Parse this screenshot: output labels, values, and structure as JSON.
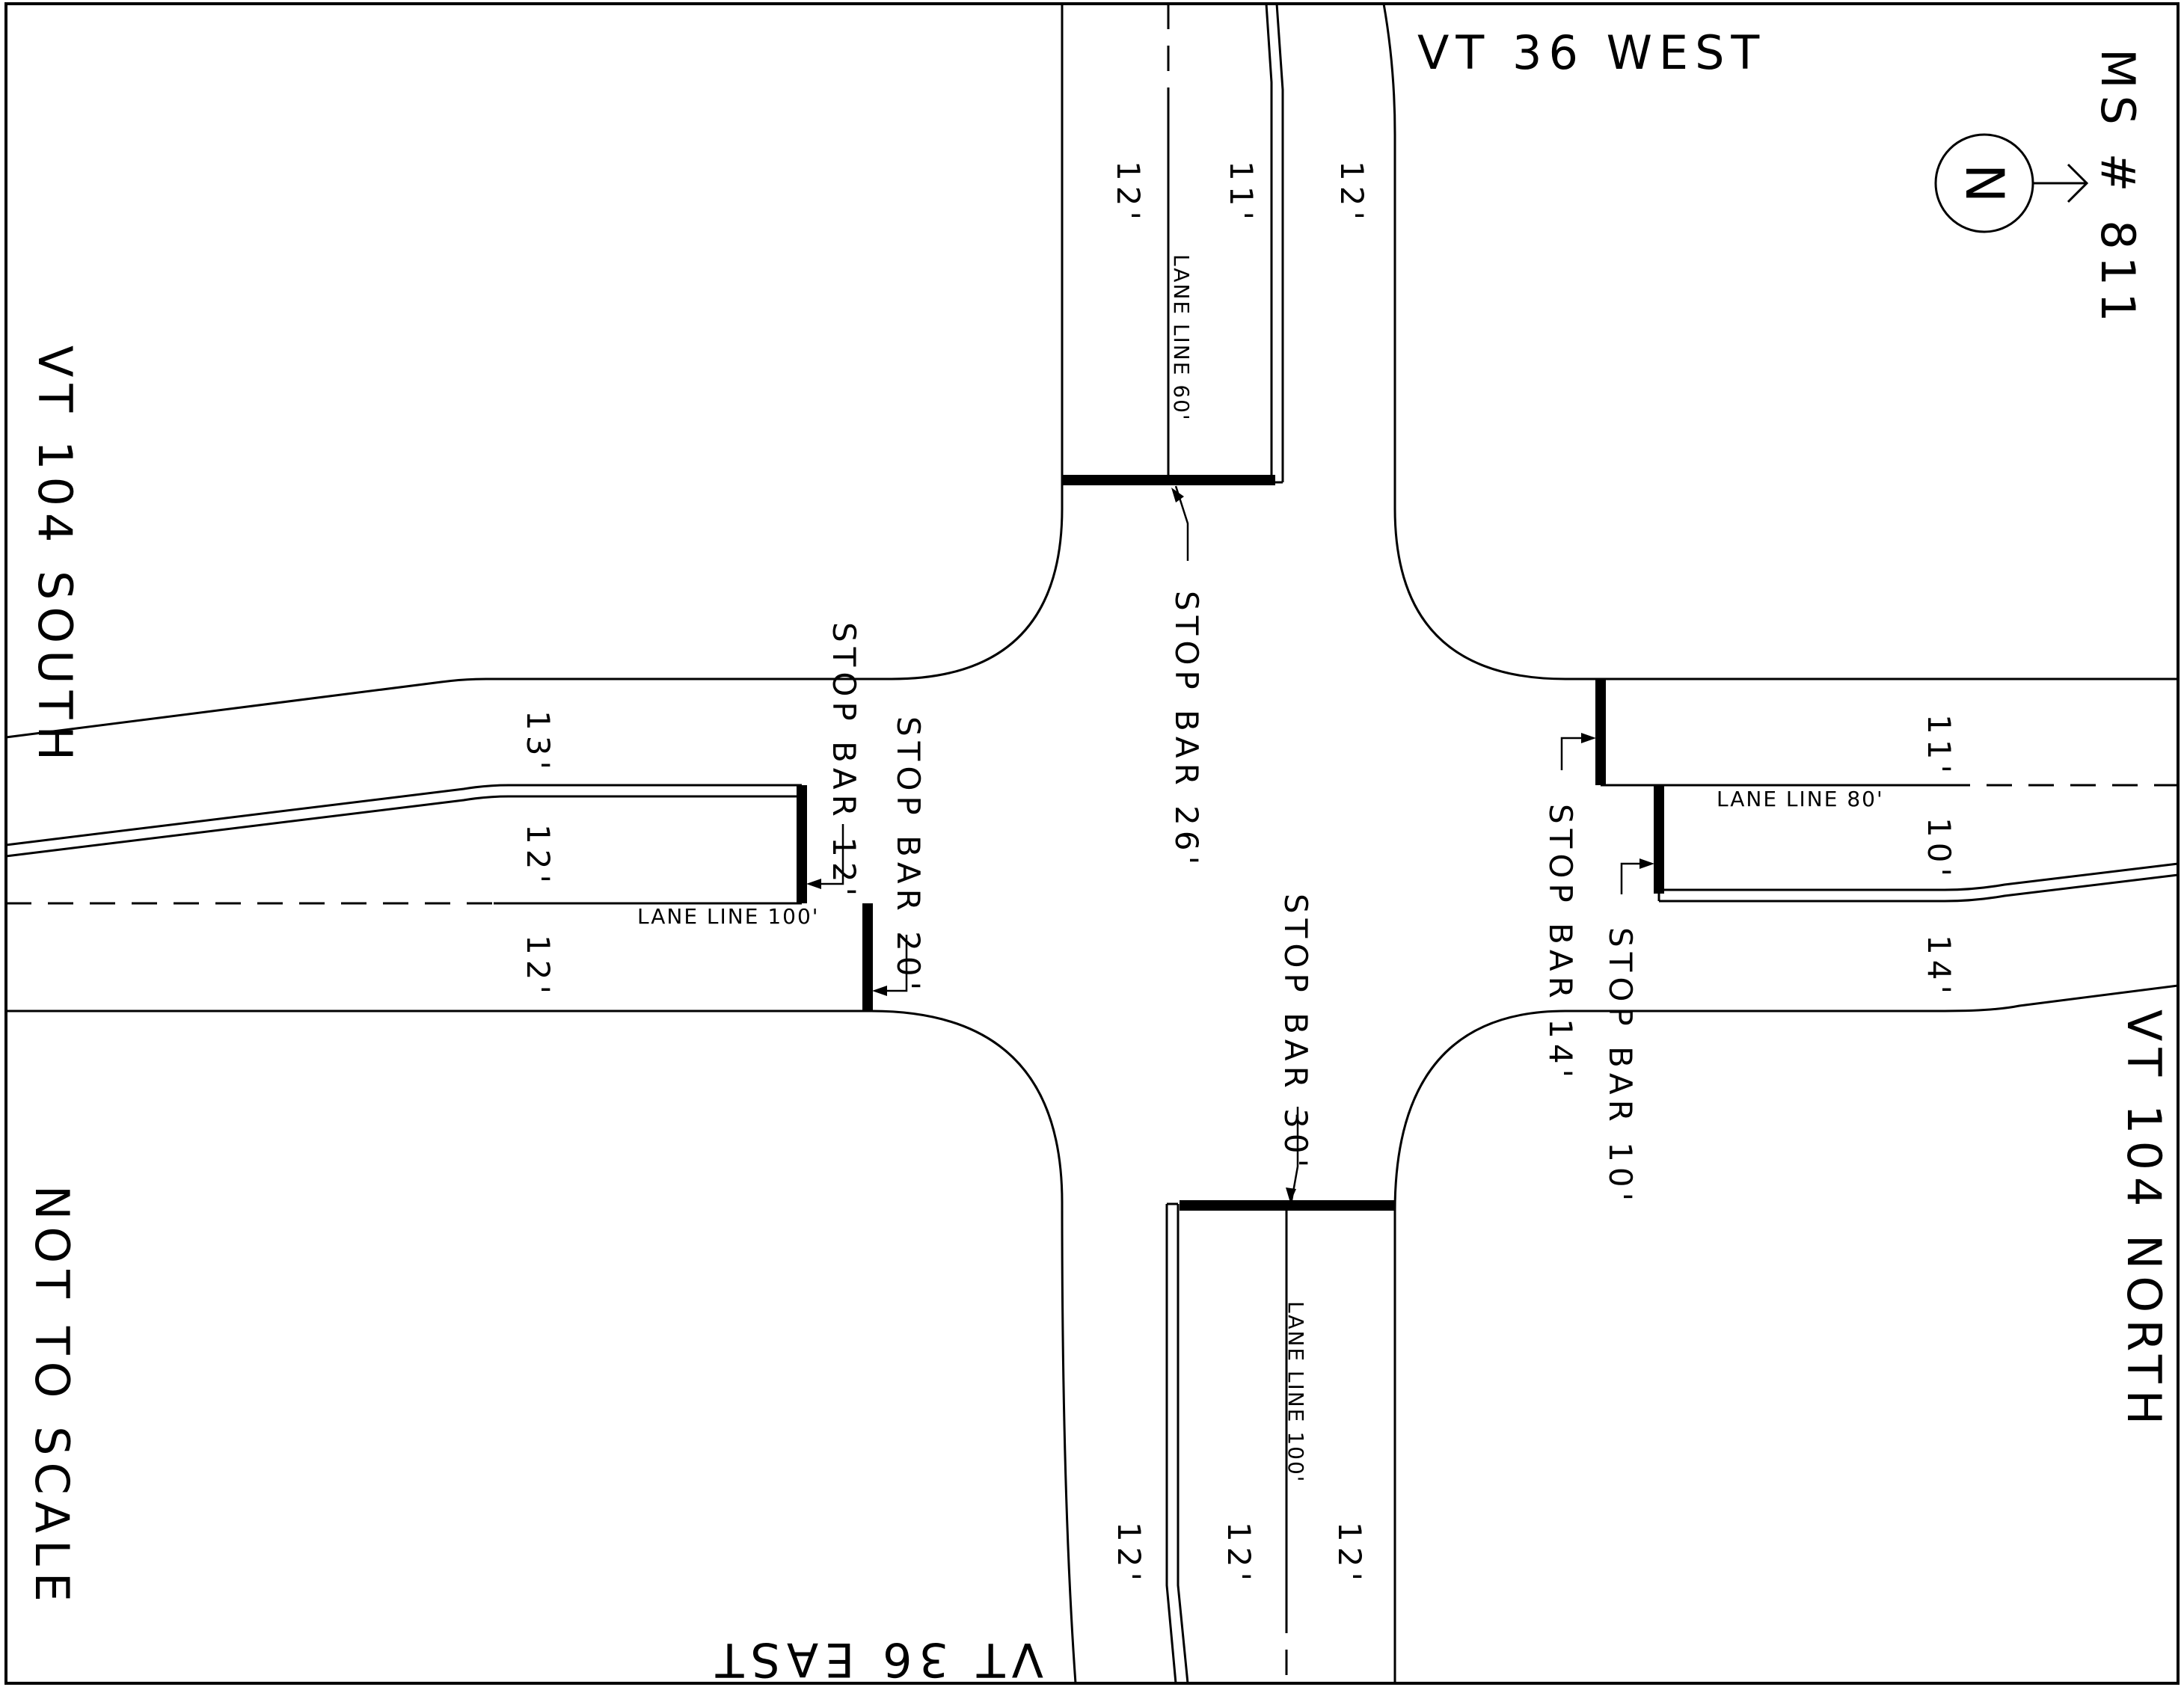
{
  "roads": {
    "north": "VT 36 WEST",
    "south": "VT 36 EAST",
    "west": "VT 104 SOUTH",
    "east": "VT 104 NORTH"
  },
  "map_id": "MS # 811",
  "north_arrow": {
    "label": "N",
    "icon": "north-arrow-icon"
  },
  "scale_note": "NOT TO SCALE",
  "north_leg": {
    "lane_widths": [
      "12'",
      "11'",
      "12'"
    ],
    "lane_line": "LANE LINE 60'",
    "stop_bar": "STOP BAR 26'"
  },
  "south_leg": {
    "lane_widths": [
      "12'",
      "12'",
      "12'"
    ],
    "lane_line": "LANE LINE 100'",
    "stop_bar": "STOP BAR 30'"
  },
  "west_leg": {
    "lane_widths": [
      "13'",
      "12'",
      "12'"
    ],
    "lane_line": "LANE LINE 100'",
    "stop_bar_left": "STOP BAR 12'",
    "stop_bar_through": "STOP BAR 20'"
  },
  "east_leg": {
    "lane_widths": [
      "11'",
      "10'",
      "14'"
    ],
    "lane_line": "LANE LINE 80'",
    "stop_bar_through": "STOP BAR 14'",
    "stop_bar_right": "STOP BAR 10'"
  }
}
